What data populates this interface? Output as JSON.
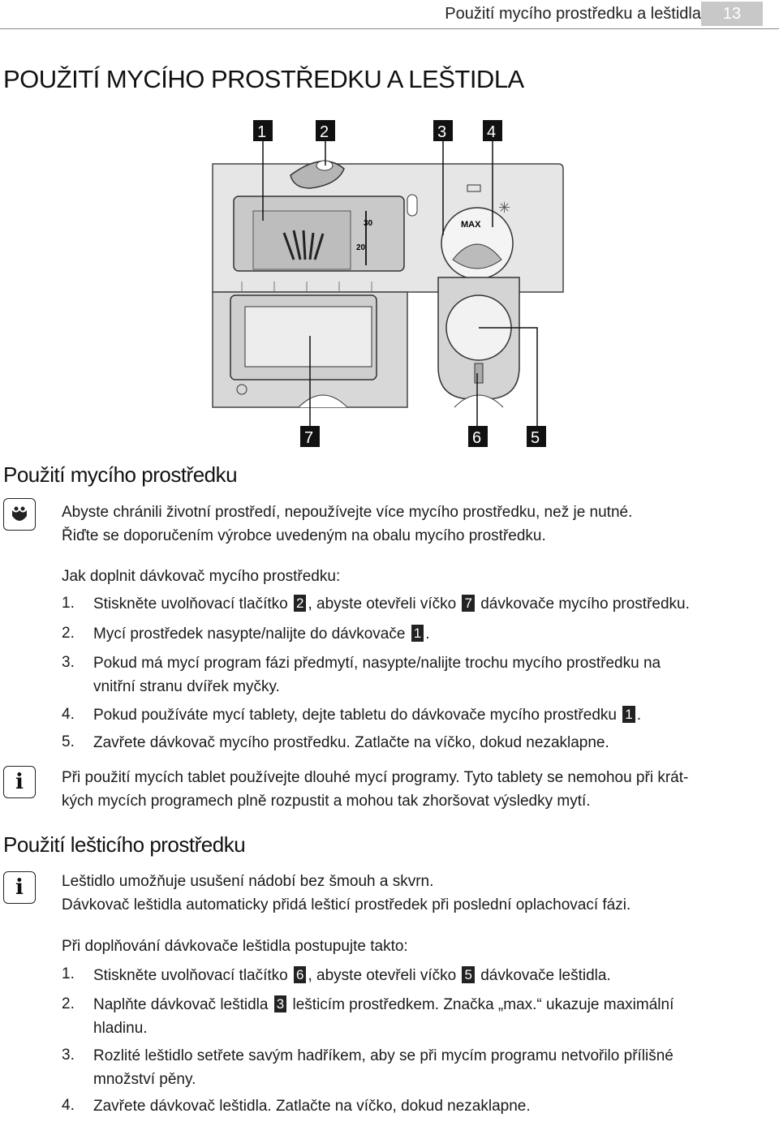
{
  "header": {
    "section": "Použití mycího prostředku a leštidla",
    "page_number": "13"
  },
  "title": "POUŽITÍ MYCÍHO PROSTŘEDKU A LEŠTIDLA",
  "figure": {
    "callouts": [
      "1",
      "2",
      "3",
      "4",
      "7",
      "6",
      "5"
    ],
    "labels": {
      "m30": "30",
      "m20": "20",
      "max": "MAX"
    }
  },
  "detergent": {
    "heading": "Použití mycího prostředku",
    "env_line1": "Abyste chránili životní prostředí, nepoužívejte více mycího prostředku, než je nutné.",
    "env_line2": "Řiďte se doporučením výrobce uvedeným na obalu mycího prostředku.",
    "intro": "Jak doplnit dávkovač mycího prostředku:",
    "steps": [
      {
        "n": "1.",
        "a": "Stiskněte uvolňovací tlačítko ",
        "b1": "2",
        "c": ", abyste otevřeli víčko ",
        "b2": "7",
        "d": " dávkovače mycího prostředku."
      },
      {
        "n": "2.",
        "a": "Mycí prostředek nasypte/nalijte do dávkovače ",
        "b1": "1",
        "c": "."
      },
      {
        "n": "3.",
        "a": "Pokud má mycí program fázi předmytí, nasypte/nalijte trochu mycího prostředku na",
        "c": "vnitřní stranu dvířek myčky."
      },
      {
        "n": "4.",
        "a": "Pokud používáte mycí tablety, dejte tabletu do dávkovače mycího prostředku ",
        "b1": "1",
        "c": "."
      },
      {
        "n": "5.",
        "a": "Zavřete dávkovač mycího prostředku. Zatlačte na víčko, dokud nezaklapne."
      }
    ],
    "info_line1": "Při použití mycích tablet používejte dlouhé mycí programy. Tyto tablety se nemohou při krát-",
    "info_line2": "kých mycích programech plně rozpustit a mohou tak zhoršovat výsledky mytí."
  },
  "rinse": {
    "heading": "Použití lešticího prostředku",
    "info_line1": "Leštidlo umožňuje usušení nádobí bez šmouh a skvrn.",
    "info_line2": "Dávkovač leštidla automaticky přidá lešticí prostředek při poslední oplachovací fázi.",
    "intro": "Při doplňování dávkovače leštidla postupujte takto:",
    "steps": [
      {
        "n": "1.",
        "a": "Stiskněte uvolňovací tlačítko ",
        "b1": "6",
        "c": ", abyste otevřeli víčko ",
        "b2": "5",
        "d": " dávkovače leštidla."
      },
      {
        "n": "2.",
        "a": "Naplňte dávkovač leštidla ",
        "b1": "3",
        "c": " lešticím prostředkem. Značka „max.“ ukazuje maximální",
        "e": "hladinu."
      },
      {
        "n": "3.",
        "a": "Rozlité leštidlo setřete savým hadříkem, aby se při mycím programu netvořilo přílišné",
        "e": "množství pěny."
      },
      {
        "n": "4.",
        "a": "Zavřete dávkovač leštidla. Zatlačte na víčko, dokud nezaklapne."
      }
    ]
  }
}
